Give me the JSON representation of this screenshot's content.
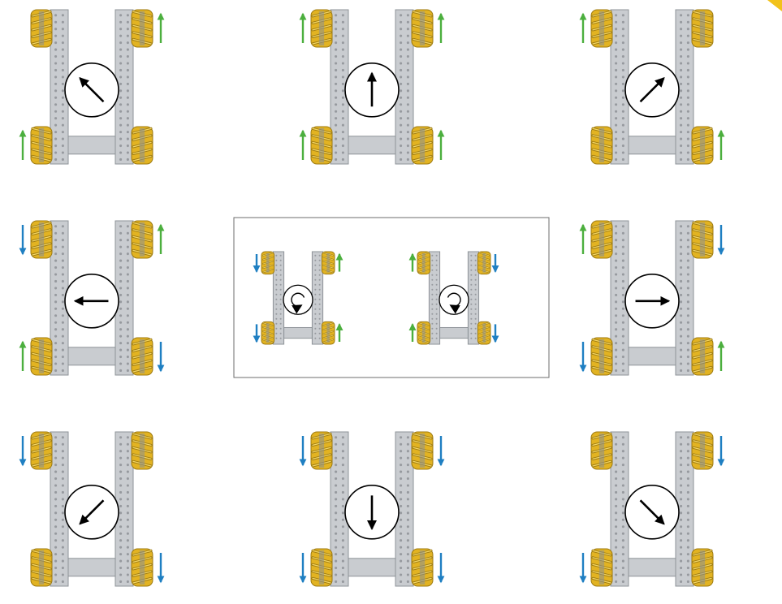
{
  "diagram": {
    "colors": {
      "background": "#ffffff",
      "frame": "#c9ccd0",
      "frame_edge": "#8e9398",
      "hole": "#6b7075",
      "wheel": "#e2b322",
      "wheel_dark": "#9d7a10",
      "wheel_roller": "#f4d663",
      "hub": "#8a8f94",
      "arrow_forward": "#4caf3e",
      "arrow_reverse": "#1f7fc2",
      "indicator": "#000000",
      "inset_border": "#6d6d6d",
      "corner_accent": "#f2c21b"
    },
    "icons": {
      "direction_indicator": "arrow-icon",
      "rotation_indicator": "rotate-arrow-icon",
      "wheel": "mecanum-wheel-icon",
      "wheel_arrow": "wheel-direction-arrow-icon"
    },
    "robots": [
      {
        "id": "forward-left-diagonal",
        "direction_deg": 315,
        "wheels": {
          "front_left": "none",
          "front_right": "forward",
          "rear_left": "forward",
          "rear_right": "none"
        }
      },
      {
        "id": "forward",
        "direction_deg": 0,
        "wheels": {
          "front_left": "forward",
          "front_right": "forward",
          "rear_left": "forward",
          "rear_right": "forward"
        }
      },
      {
        "id": "forward-right-diagonal",
        "direction_deg": 45,
        "wheels": {
          "front_left": "forward",
          "front_right": "none",
          "rear_left": "none",
          "rear_right": "forward"
        }
      },
      {
        "id": "strafe-left",
        "direction_deg": 270,
        "wheels": {
          "front_left": "reverse",
          "front_right": "forward",
          "rear_left": "forward",
          "rear_right": "reverse"
        }
      },
      {
        "id": "strafe-right",
        "direction_deg": 90,
        "wheels": {
          "front_left": "forward",
          "front_right": "reverse",
          "rear_left": "reverse",
          "rear_right": "forward"
        }
      },
      {
        "id": "backward-left-diagonal",
        "direction_deg": 225,
        "wheels": {
          "front_left": "reverse",
          "front_right": "none",
          "rear_left": "none",
          "rear_right": "reverse"
        }
      },
      {
        "id": "backward",
        "direction_deg": 180,
        "wheels": {
          "front_left": "reverse",
          "front_right": "reverse",
          "rear_left": "reverse",
          "rear_right": "reverse"
        }
      },
      {
        "id": "backward-right-diagonal",
        "direction_deg": 135,
        "wheels": {
          "front_left": "none",
          "front_right": "reverse",
          "rear_left": "reverse",
          "rear_right": "none"
        }
      }
    ],
    "rotations": [
      {
        "id": "rotate-counterclockwise",
        "rotation": "counterclockwise",
        "wheels": {
          "front_left": "reverse",
          "front_right": "forward",
          "rear_left": "reverse",
          "rear_right": "forward"
        }
      },
      {
        "id": "rotate-clockwise",
        "rotation": "clockwise",
        "wheels": {
          "front_left": "forward",
          "front_right": "reverse",
          "rear_left": "forward",
          "rear_right": "reverse"
        }
      }
    ]
  }
}
